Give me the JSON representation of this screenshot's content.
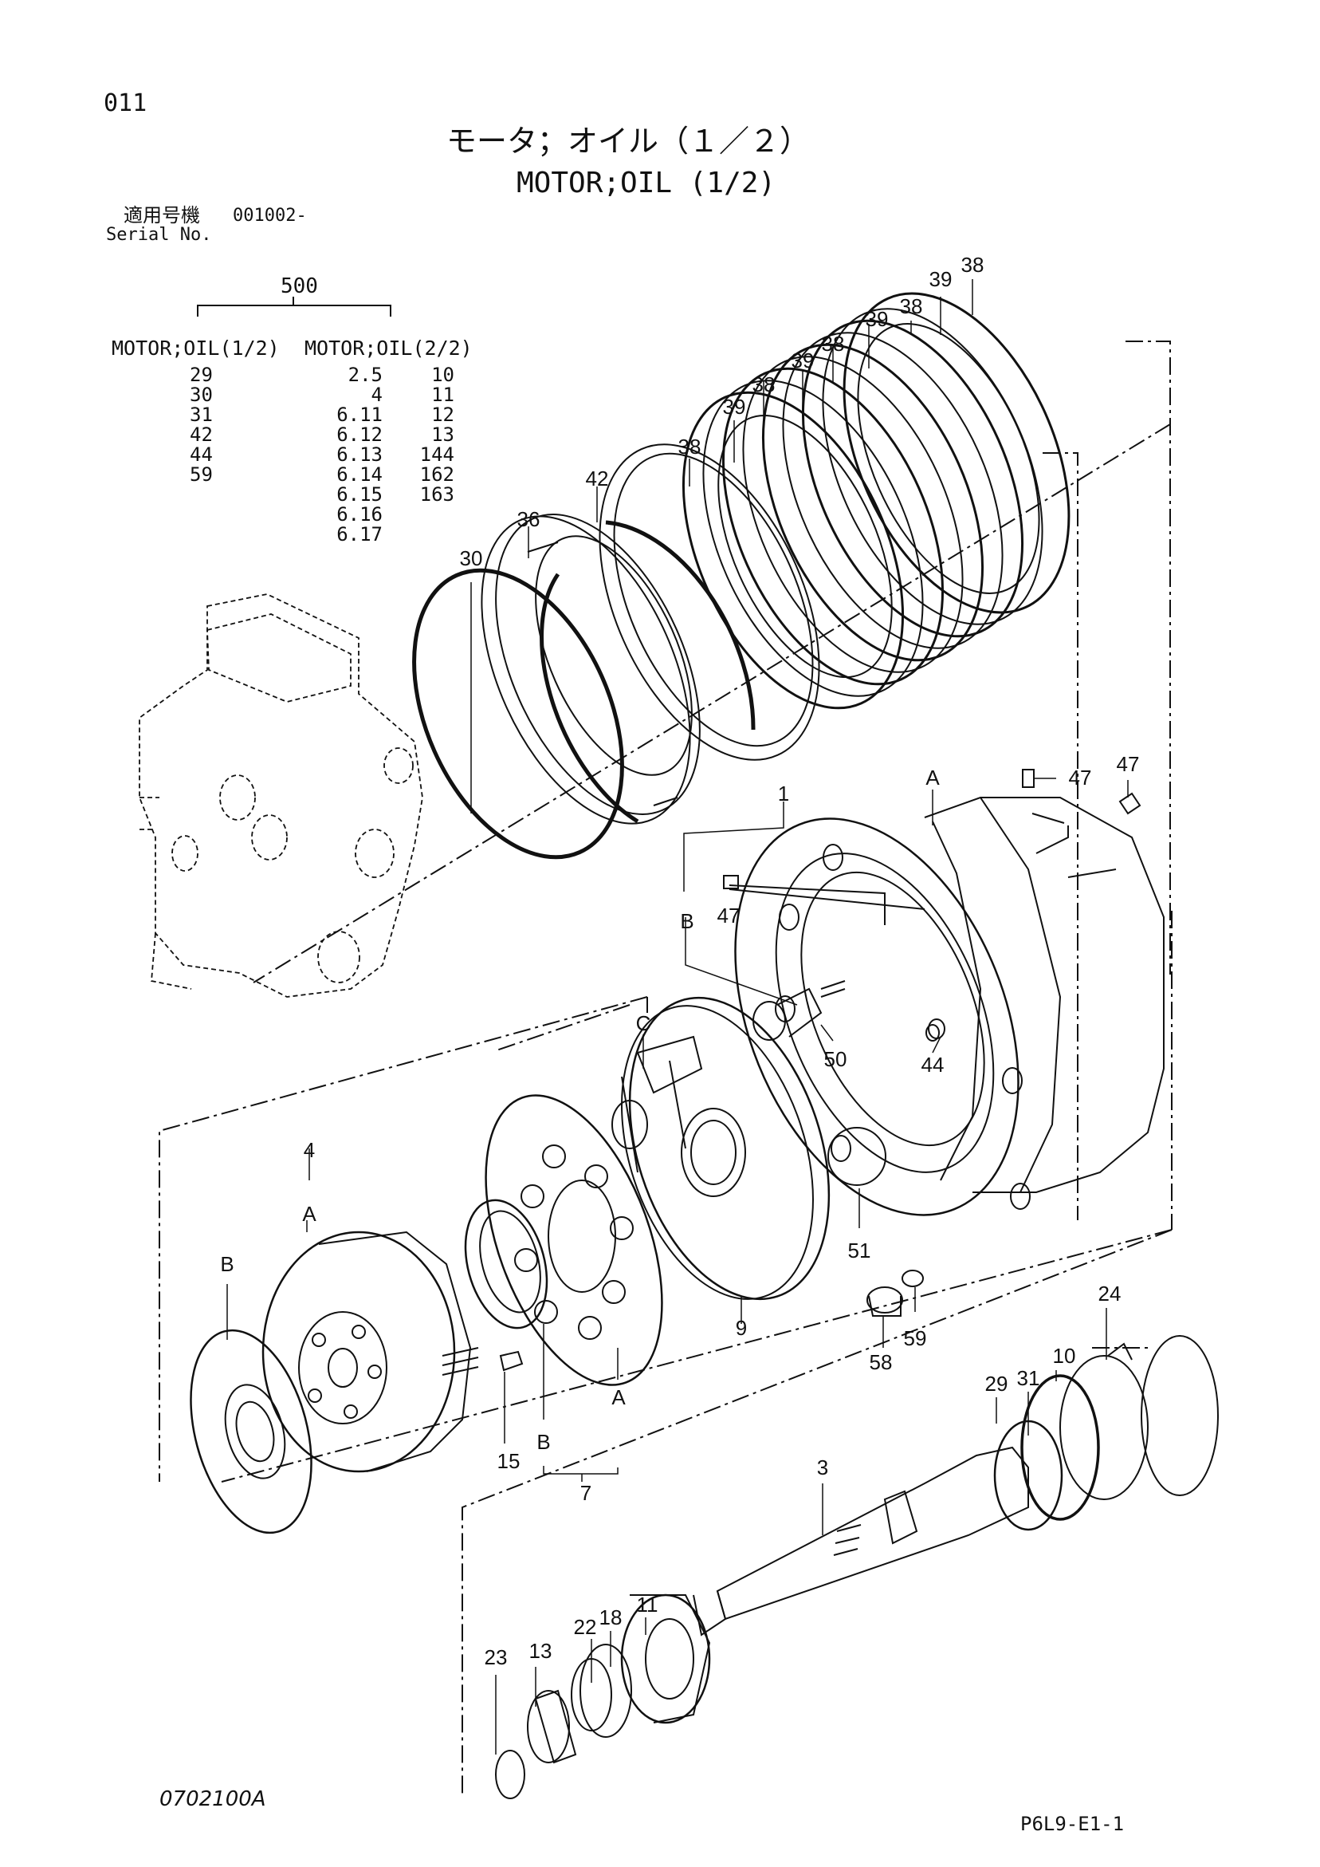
{
  "header": {
    "page_number": "011",
    "title_jp": "モータ；オイル（１／２）",
    "title_en": "MOTOR;OIL (1/2)",
    "serial_label_jp": "適用号機",
    "serial_value": "001002-",
    "serial_label_en": "Serial No."
  },
  "kit_table": {
    "group_number": "500",
    "col1_heading": "MOTOR;OIL(1/2)",
    "col2_heading": "MOTOR;OIL(2/2)",
    "col1": [
      "29",
      "30",
      "31",
      "42",
      "44",
      "59"
    ],
    "col2": [
      "2.5",
      "4",
      "6.11",
      "6.12",
      "6.13",
      "6.14",
      "6.15",
      "6.16",
      "6.17"
    ],
    "col3": [
      "10",
      "11",
      "12",
      "13",
      "144",
      "162",
      "163"
    ]
  },
  "callouts": {
    "p38a": "38",
    "p38b": "38",
    "p38c": "38",
    "p38d": "38",
    "p38e": "38",
    "p39a": "39",
    "p39b": "39",
    "p39c": "39",
    "p39d": "39",
    "p42": "42",
    "p36": "36",
    "p30": "30",
    "p1": "1",
    "pA1": "A",
    "p47a": "47",
    "p47b": "47",
    "pB1": "B",
    "p47c": "47",
    "pC": "C",
    "p50": "50",
    "p44": "44",
    "p51": "51",
    "p4": "4",
    "pA2": "A",
    "pB2": "B",
    "p9": "9",
    "p58": "58",
    "p59": "59",
    "p15": "15",
    "pB3": "B",
    "p7": "7",
    "pA3": "A",
    "p24": "24",
    "p31": "31",
    "p10": "10",
    "p29": "29",
    "p3": "3",
    "p22": "22",
    "p18": "18",
    "p11": "11",
    "p13": "13",
    "p23": "23"
  },
  "footer": {
    "drawing_code": "0702100A",
    "page_code": "P6L9-E1-1"
  }
}
